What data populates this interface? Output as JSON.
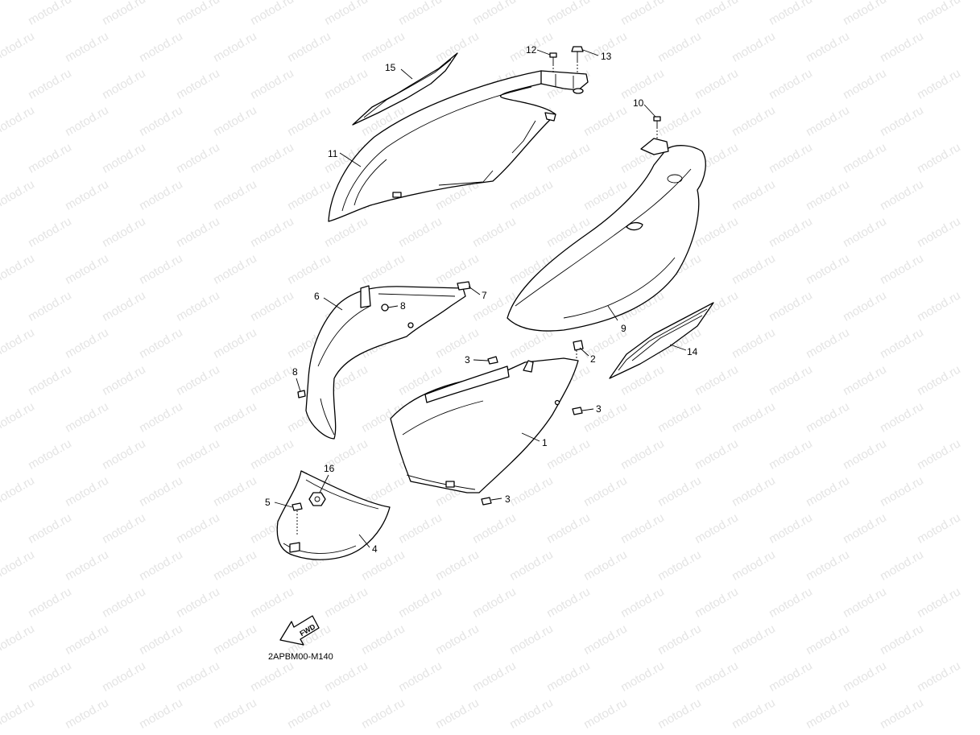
{
  "watermark": {
    "text": "motod.ru",
    "color": "#e4e4e4"
  },
  "diagram_code": "2APBM00-M140",
  "fwd_label": "FWD",
  "callouts": {
    "c1": "1",
    "c2": "2",
    "c3a": "3",
    "c3b": "3",
    "c3c": "3",
    "c4": "4",
    "c5": "5",
    "c6": "6",
    "c7": "7",
    "c8a": "8",
    "c8b": "8",
    "c9": "9",
    "c10": "10",
    "c11": "11",
    "c12": "12",
    "c13": "13",
    "c14": "14",
    "c15": "15",
    "c16": "16"
  }
}
